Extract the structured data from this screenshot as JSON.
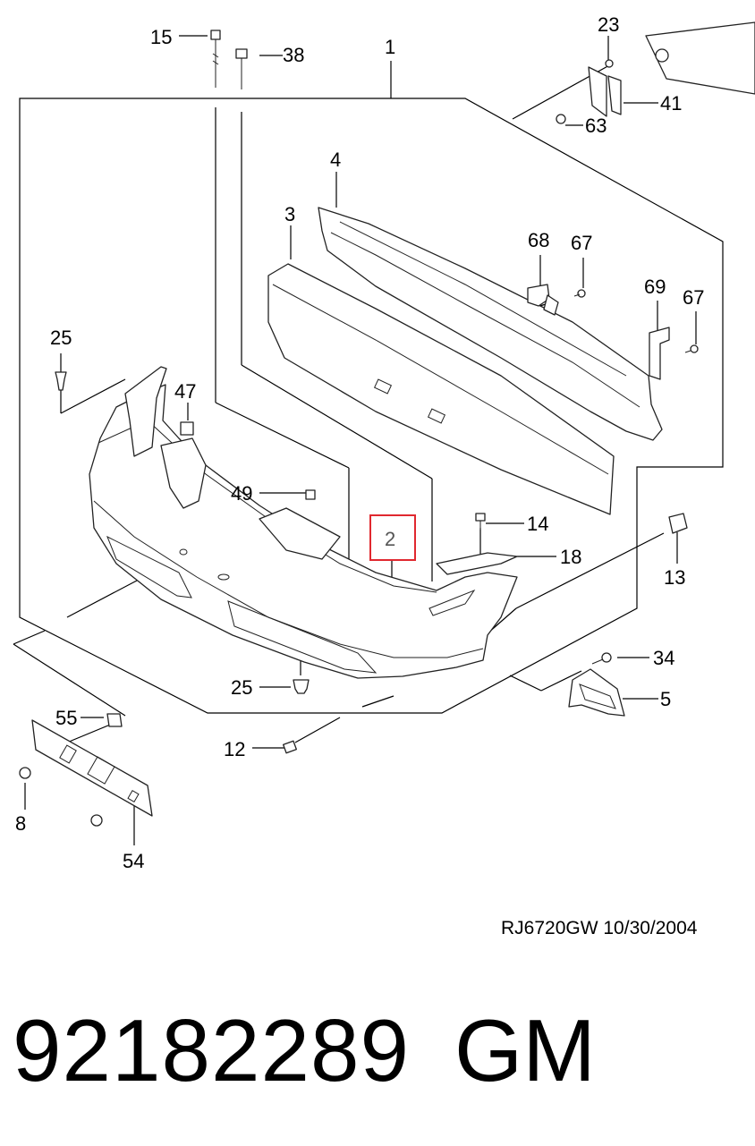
{
  "diagram": {
    "callouts": [
      {
        "id": "c15",
        "text": "15"
      },
      {
        "id": "c38",
        "text": "38"
      },
      {
        "id": "c1",
        "text": "1"
      },
      {
        "id": "c23",
        "text": "23"
      },
      {
        "id": "c41",
        "text": "41"
      },
      {
        "id": "c63",
        "text": "63"
      },
      {
        "id": "c4",
        "text": "4"
      },
      {
        "id": "c3",
        "text": "3"
      },
      {
        "id": "c68",
        "text": "68"
      },
      {
        "id": "c67a",
        "text": "67"
      },
      {
        "id": "c69",
        "text": "69"
      },
      {
        "id": "c67b",
        "text": "67"
      },
      {
        "id": "c25a",
        "text": "25"
      },
      {
        "id": "c47",
        "text": "47"
      },
      {
        "id": "c49",
        "text": "49"
      },
      {
        "id": "c2",
        "text": "2"
      },
      {
        "id": "c14",
        "text": "14"
      },
      {
        "id": "c18",
        "text": "18"
      },
      {
        "id": "c13",
        "text": "13"
      },
      {
        "id": "c34",
        "text": "34"
      },
      {
        "id": "c25b",
        "text": "25"
      },
      {
        "id": "c5",
        "text": "5"
      },
      {
        "id": "c55",
        "text": "55"
      },
      {
        "id": "c12",
        "text": "12"
      },
      {
        "id": "c8",
        "text": "8"
      },
      {
        "id": "c54",
        "text": "54"
      }
    ],
    "highlighted_callout": "2",
    "highlight_color": "#e0282f"
  },
  "footer": {
    "drawing_code": "RJ6720GW  10/30/2004",
    "part_number": "92182289",
    "brand": "GM"
  }
}
